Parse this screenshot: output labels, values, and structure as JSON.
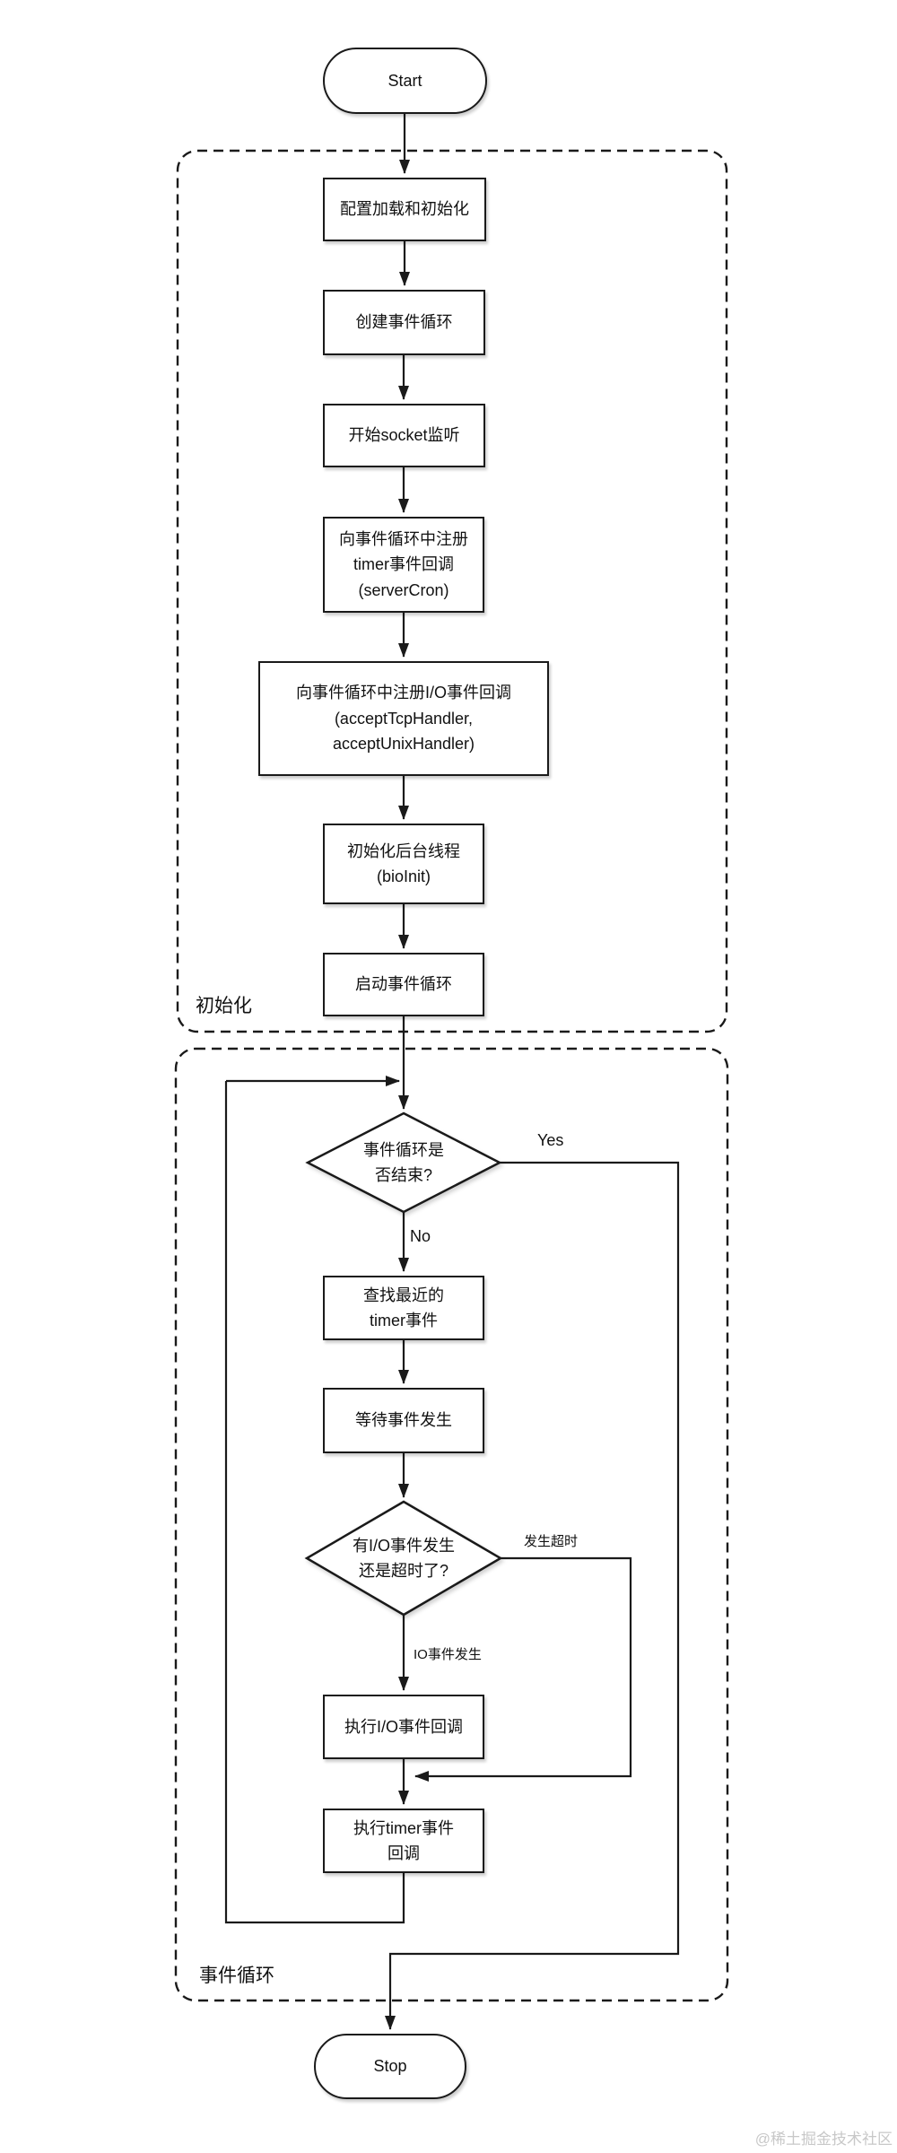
{
  "colors": {
    "stroke": "#1a1a1a",
    "watermark": "#c8c8c8",
    "background": "#ffffff"
  },
  "terminals": {
    "start": "Start",
    "stop": "Stop"
  },
  "groups": {
    "init": {
      "label": "初始化"
    },
    "loop": {
      "label": "事件循环"
    }
  },
  "nodes": {
    "config": {
      "text": "配置加载和初始化"
    },
    "create_loop": {
      "text": "创建事件循环"
    },
    "socket": {
      "text": "开始socket监听"
    },
    "reg_timer": {
      "text": "向事件循环中注册\ntimer事件回调\n(serverCron)"
    },
    "reg_io": {
      "text": "向事件循环中注册I/O事件回调\n(acceptTcpHandler,\nacceptUnixHandler)"
    },
    "bio_init": {
      "text": "初始化后台线程\n(bioInit)"
    },
    "start_loop": {
      "text": "启动事件循环"
    },
    "check_end": {
      "text": "事件循环是\n否结束?"
    },
    "find_timer": {
      "text": "查找最近的\ntimer事件"
    },
    "wait_event": {
      "text": "等待事件发生"
    },
    "io_or_timeout": {
      "text": "有I/O事件发生\n还是超时了?"
    },
    "exec_io": {
      "text": "执行I/O事件回调"
    },
    "exec_timer": {
      "text": "执行timer事件\n回调"
    }
  },
  "edge_labels": {
    "yes": "Yes",
    "no": "No",
    "timeout": "发生超时",
    "io_event": "IO事件发生"
  },
  "watermark": "@稀土掘金技术社区"
}
